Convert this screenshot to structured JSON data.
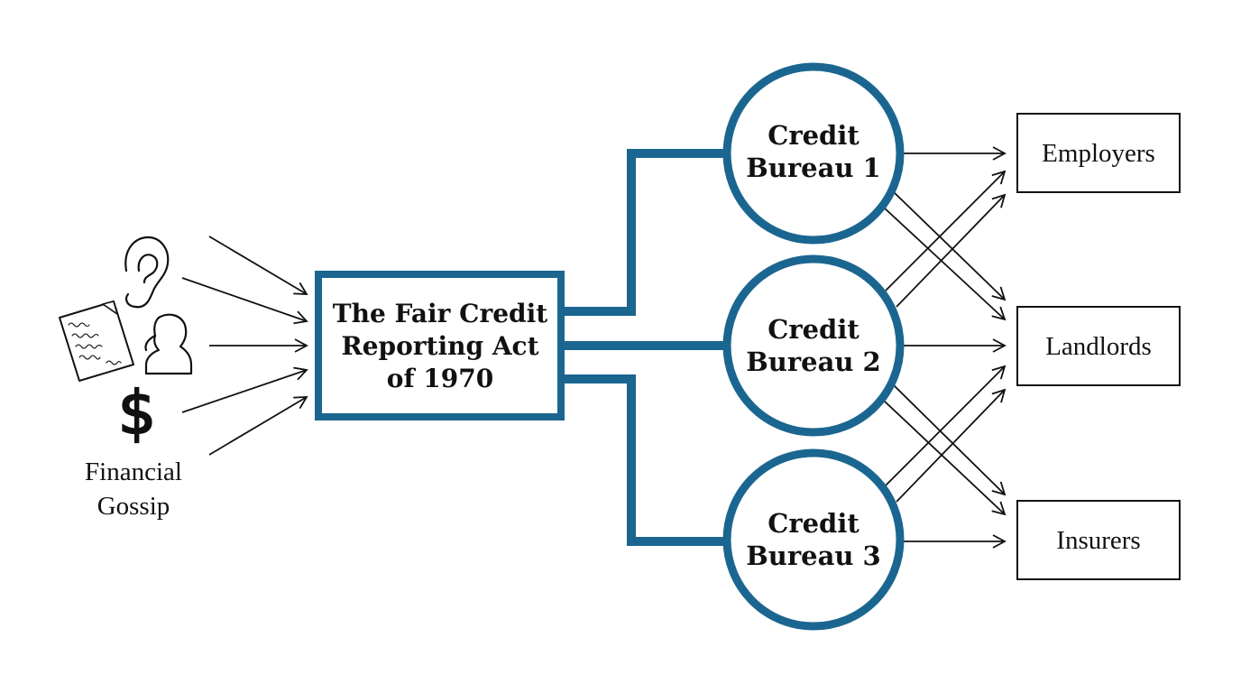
{
  "accent_color": "#1b6690",
  "source": {
    "label_line1": "Financial",
    "label_line2": "Gossip",
    "icons": [
      "ear-icon",
      "handwritten-note-icon",
      "person-silhouette-icon",
      "dollar-sign-icon"
    ]
  },
  "act": {
    "line1": "The Fair Credit",
    "line2": "Reporting Act",
    "line3": "of 1970"
  },
  "bureaus": [
    {
      "line1": "Credit",
      "line2": "Bureau 1"
    },
    {
      "line1": "Credit",
      "line2": "Bureau 2"
    },
    {
      "line1": "Credit",
      "line2": "Bureau 3"
    }
  ],
  "recipients": [
    "Employers",
    "Landlords",
    "Insurers"
  ]
}
